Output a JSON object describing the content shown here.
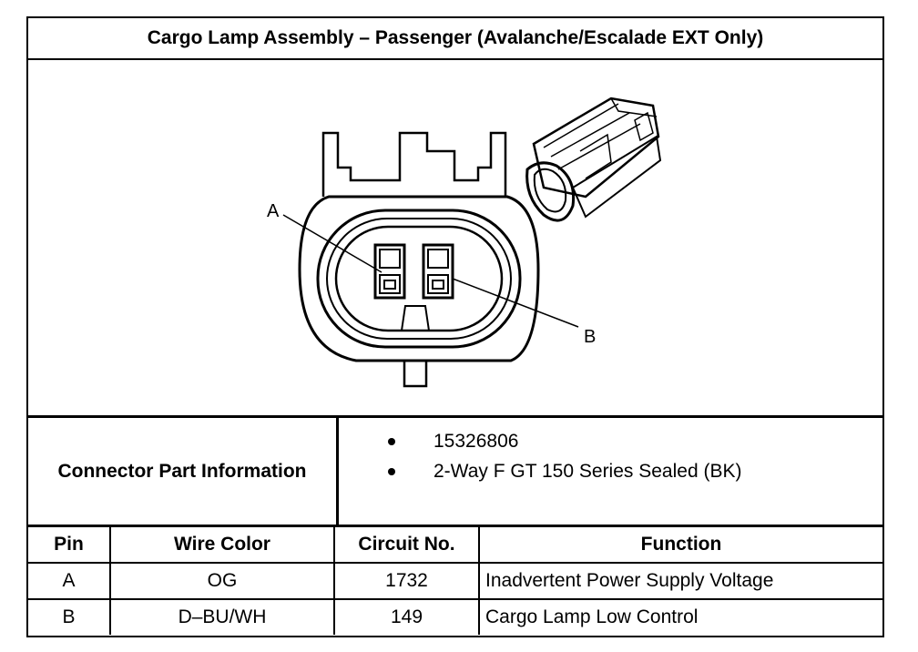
{
  "title": "Cargo Lamp Assembly – Passenger (Avalanche/Escalade EXT Only)",
  "diagram": {
    "pin_labels": [
      "A",
      "B"
    ]
  },
  "connector_info": {
    "label": "Connector Part Information",
    "items": [
      "15326806",
      "2-Way F GT 150 Series Sealed (BK)"
    ]
  },
  "table": {
    "headers": [
      "Pin",
      "Wire Color",
      "Circuit No.",
      "Function"
    ],
    "rows": [
      {
        "pin": "A",
        "wire_color": "OG",
        "circuit": "1732",
        "function": "Inadvertent Power Supply Voltage"
      },
      {
        "pin": "B",
        "wire_color": "D–BU/WH",
        "circuit": "149",
        "function": "Cargo Lamp Low Control"
      }
    ]
  }
}
